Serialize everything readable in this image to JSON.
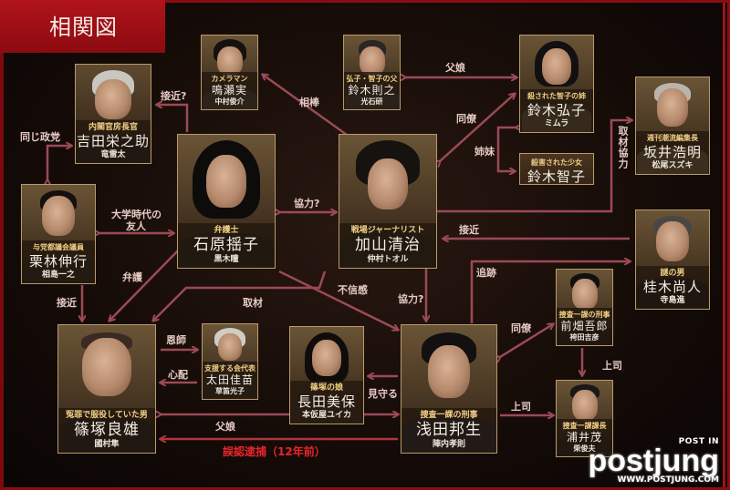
{
  "title": "相関図",
  "accent_color": "#8c0b10",
  "arrow_color": "#9b4a55",
  "characters": [
    {
      "id": "yoshida",
      "role": "内閣官房長官",
      "name": "吉田栄之助",
      "actor": "竜雷太"
    },
    {
      "id": "naruse",
      "role": "カメラマン",
      "name": "鳴瀬実",
      "actor": "中村俊介"
    },
    {
      "id": "suzuki_noriyuki",
      "role": "弘子・智子の父",
      "name": "鈴木則之",
      "actor": "光石研"
    },
    {
      "id": "suzuki_hiroko",
      "role": "殺された智子の姉",
      "name": "鈴木弘子",
      "actor": "ミムラ"
    },
    {
      "id": "suzuki_tomoko",
      "role": "殺害された少女",
      "name": "鈴木智子",
      "actor": ""
    },
    {
      "id": "sakai",
      "role": "週刊潮流編集長",
      "name": "坂井浩明",
      "actor": "松尾スズキ"
    },
    {
      "id": "kuribayashi",
      "role": "与党都議会議員",
      "name": "栗林伸行",
      "actor": "相島一之"
    },
    {
      "id": "ishihara",
      "role": "弁護士",
      "name": "石原揺子",
      "actor": "黒木瞳"
    },
    {
      "id": "kayama",
      "role": "戦場ジャーナリスト",
      "name": "加山清治",
      "actor": "仲村トオル"
    },
    {
      "id": "katsuragi",
      "role": "謎の男",
      "name": "桂木尚人",
      "actor": "寺島進"
    },
    {
      "id": "maehata",
      "role": "捜査一課の刑事",
      "name": "前畑吾郎",
      "actor": "袴田吉彦"
    },
    {
      "id": "shinozuka",
      "role": "冤罪で服役していた男",
      "name": "篠塚良雄",
      "actor": "國村隼"
    },
    {
      "id": "ota",
      "role": "支援する会代表",
      "name": "太田佳苗",
      "actor": "草笛光子"
    },
    {
      "id": "nagata",
      "role": "篠塚の娘",
      "name": "長田美保",
      "actor": "本仮屋ユイカ"
    },
    {
      "id": "asada",
      "role": "捜査一課の刑事",
      "name": "浅田邦生",
      "actor": "陣内孝則"
    },
    {
      "id": "urai",
      "role": "捜査一課課長",
      "name": "浦井茂",
      "actor": "柴俊夫"
    }
  ],
  "relations": [
    {
      "label": "接近?",
      "from": "ishihara",
      "to": "yoshida"
    },
    {
      "label": "同じ政党",
      "from": "yoshida",
      "to": "kuribayashi"
    },
    {
      "label": "相棒",
      "from": "kayama",
      "to": "naruse"
    },
    {
      "label": "父娘",
      "from": "suzuki_noriyuki",
      "to": "suzuki_hiroko"
    },
    {
      "label": "同僚",
      "from": "kayama",
      "to": "suzuki_hiroko"
    },
    {
      "label": "姉妹",
      "from": "suzuki_hiroko",
      "to": "suzuki_tomoko"
    },
    {
      "label": "取材協力",
      "from": "kayama",
      "to": "sakai"
    },
    {
      "label": "大学時代の友人",
      "from": "kuribayashi",
      "to": "ishihara"
    },
    {
      "label": "協力?",
      "from": "ishihara",
      "to": "kayama"
    },
    {
      "label": "接近",
      "from": "katsuragi",
      "to": "kayama"
    },
    {
      "label": "弁護",
      "from": "ishihara",
      "to": "shinozuka"
    },
    {
      "label": "接近",
      "from": "kuribayashi",
      "to": "shinozuka"
    },
    {
      "label": "取材",
      "from": "kayama",
      "to": "shinozuka"
    },
    {
      "label": "不信感",
      "from": "ishihara",
      "to": "asada"
    },
    {
      "label": "協力?",
      "from": "kayama",
      "to": "asada"
    },
    {
      "label": "追跡",
      "from": "asada",
      "to": "katsuragi"
    },
    {
      "label": "同僚",
      "from": "asada",
      "to": "maehata"
    },
    {
      "label": "上司",
      "from": "maehata",
      "to": "urai"
    },
    {
      "label": "上司",
      "from": "asada",
      "to": "urai"
    },
    {
      "label": "恩師",
      "from": "shinozuka",
      "to": "ota"
    },
    {
      "label": "心配",
      "from": "ota",
      "to": "shinozuka"
    },
    {
      "label": "見守る",
      "from": "asada",
      "to": "nagata"
    },
    {
      "label": "父娘",
      "from": "shinozuka",
      "to": "nagata"
    },
    {
      "label": "誤認逮捕（12年前）",
      "from": "asada",
      "to": "shinozuka",
      "highlight": true
    }
  ],
  "labels": {
    "sekkin_q": "接近?",
    "onaji_seito": "同じ政党",
    "aibou": "相棒",
    "fujo_top": "父娘",
    "douryou_top": "同僚",
    "shimai": "姉妹",
    "shuzai_kyoryoku": "取材協力",
    "daigaku_1": "大学時代の",
    "daigaku_2": "友人",
    "kyoryoku_h": "協力?",
    "sekkin_r": "接近",
    "bengo": "弁護",
    "sekkin_l": "接近",
    "shuzai": "取材",
    "fushinkan": "不信感",
    "kyoryoku_v": "協力?",
    "tsuiseki": "追跡",
    "douryou_bottom": "同僚",
    "joshi_v": "上司",
    "joshi_h": "上司",
    "onshi": "恩師",
    "shinpai": "心配",
    "mimamoru": "見守る",
    "fujo_bottom": "父娘",
    "goninn": "誤認逮捕（12年前）"
  },
  "watermark": {
    "post_in": "POST IN",
    "brand": "postjung",
    "url": "WWW.POSTJUNG.COM"
  }
}
